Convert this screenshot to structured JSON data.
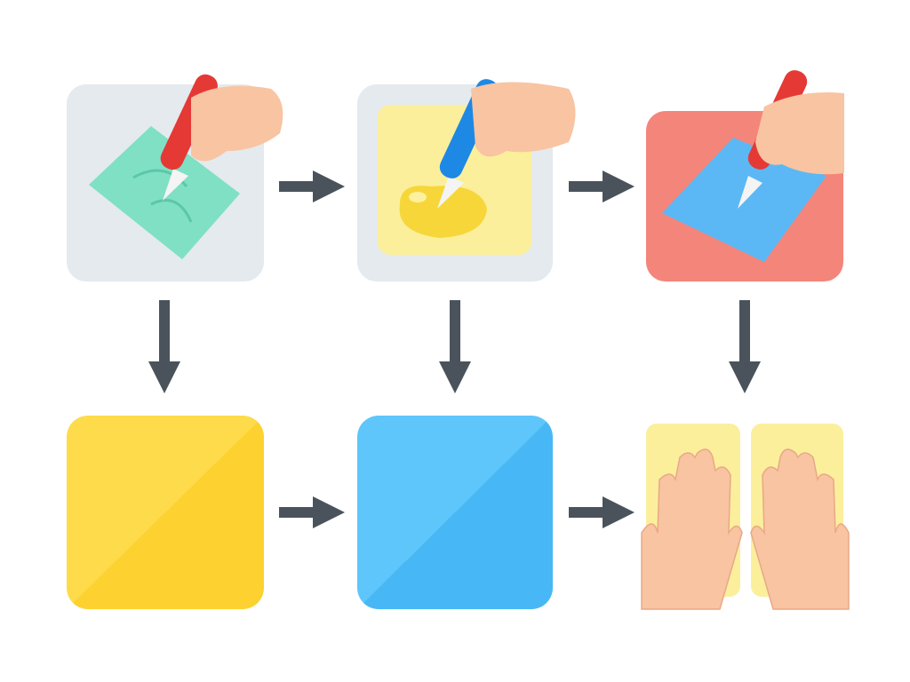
{
  "diagram": {
    "steps": [
      {
        "icon": "pen-drawing-on-green-cloth-icon"
      },
      {
        "icon": "pen-applying-yellow-glue-icon"
      },
      {
        "icon": "pen-drawing-on-blue-sheet-icon"
      },
      {
        "icon": "yellow-square-icon"
      },
      {
        "icon": "blue-square-icon"
      },
      {
        "icon": "hands-pressing-panels-icon"
      }
    ],
    "arrows": [
      "right",
      "right",
      "down",
      "down",
      "down",
      "right",
      "right"
    ],
    "colors": {
      "tile_gray": "#e4eaee",
      "cloth_green": "#7fe0c4",
      "glue_yellow": "#f7d63a",
      "pad_yellow": "#fbef9c",
      "tile_red": "#f4857a",
      "sheet_blue": "#5bb8f5",
      "square_yellow": "#fdd835",
      "square_blue": "#4fc3f7",
      "arrow": "#4a535c",
      "skin": "#f8c4a2",
      "pen_red": "#e53935",
      "pen_blue": "#1e88e5"
    }
  }
}
